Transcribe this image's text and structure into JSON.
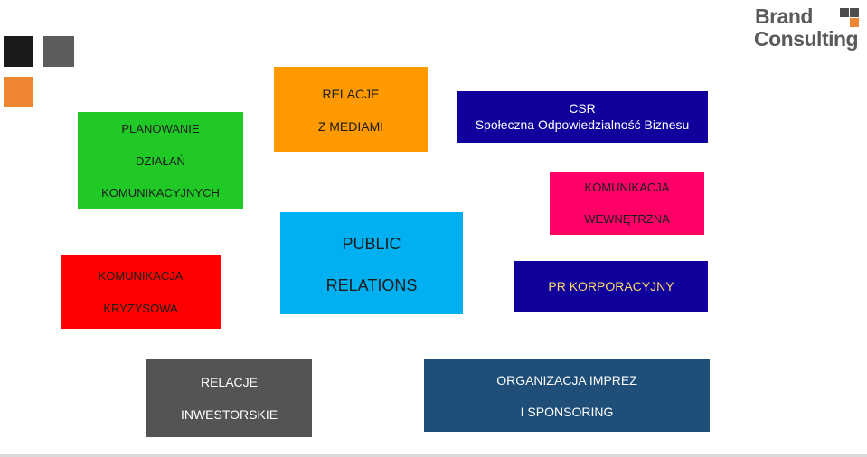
{
  "logo": {
    "line1": "Brand",
    "line2": "Consulting"
  },
  "boxes": {
    "planowanie": {
      "line1": "PLANOWANIE",
      "line2": "DZIAŁAŃ",
      "line3": "KOMUNIKACYJNYCH",
      "color": "#21c926"
    },
    "relacje_media": {
      "line1": "RELACJE",
      "line2": "Z MEDIAMI",
      "color": "#ff9900"
    },
    "csr": {
      "line1": "CSR",
      "line2": "Społeczna Odpowiedzialność Biznesu",
      "color": "#10009c"
    },
    "komunikacja_wewnetrzna": {
      "line1": "KOMUNIKACJA",
      "line2": "WEWNĘTRZNA",
      "color": "#ff0067"
    },
    "public_relations": {
      "line1": "PUBLIC",
      "line2": "RELATIONS",
      "color": "#00b0f0"
    },
    "komunikacja_kryzysowa": {
      "line1": "KOMUNIKACJA",
      "line2": "KRYZYSOWA",
      "color": "#ff0000"
    },
    "pr_korporacyjny": {
      "line1": "PR KORPORACYJNY",
      "color": "#10009c"
    },
    "relacje_inwestorskie": {
      "line1": "RELACJE",
      "line2": "INWESTORSKIE",
      "color": "#545454"
    },
    "organizacja_imprez": {
      "line1": "ORGANIZACJA IMPREZ",
      "line2": "I SPONSORING",
      "color": "#1f4e79"
    }
  },
  "decor_colors": {
    "square_black": "#1a1a1a",
    "square_gray": "#5c5c5c",
    "square_orange": "#ef8632"
  }
}
